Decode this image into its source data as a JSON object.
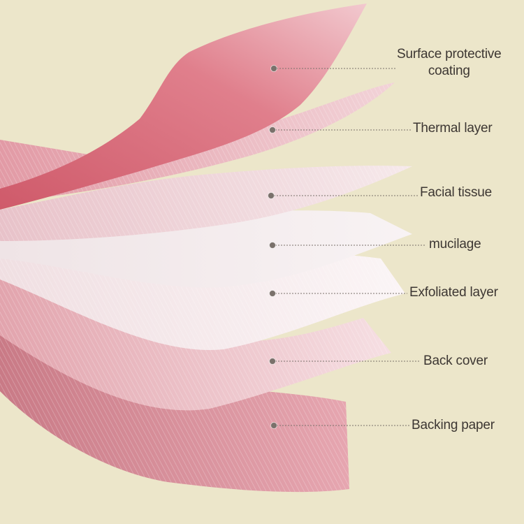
{
  "colors": {
    "background": "#ece6ca",
    "label_text": "#3d3733",
    "leader_line": "#7a716b",
    "marker": "#7a716b"
  },
  "layers": [
    {
      "id": "surface",
      "label_lines": [
        "Surface protective",
        "coating"
      ],
      "color": "#e0808c"
    },
    {
      "id": "thermal",
      "label_lines": [
        "Thermal layer"
      ],
      "color": "#eab2bb"
    },
    {
      "id": "facial",
      "label_lines": [
        "Facial tissue"
      ],
      "color": "#f1d7dc"
    },
    {
      "id": "mucilage",
      "label_lines": [
        "mucilage"
      ],
      "color": "#f4eef0"
    },
    {
      "id": "exfoliated",
      "label_lines": [
        "Exfoliated layer"
      ],
      "color": "#f7eef0"
    },
    {
      "id": "back-cover",
      "label_lines": [
        "Back cover"
      ],
      "color": "#eebcc4"
    },
    {
      "id": "backing",
      "label_lines": [
        "Backing paper"
      ],
      "color": "#dc8e98"
    }
  ]
}
